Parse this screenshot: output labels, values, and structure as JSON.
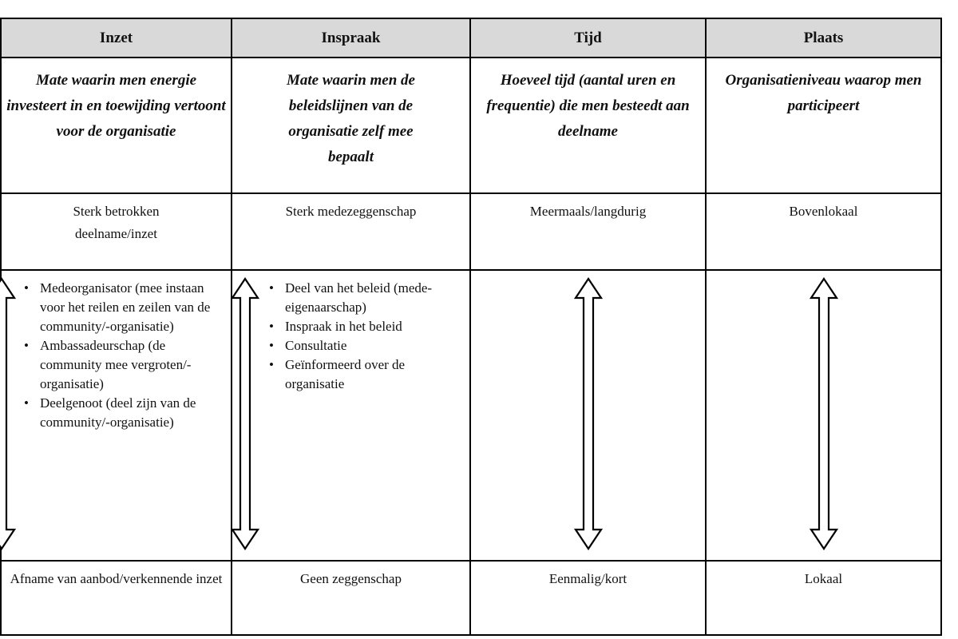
{
  "columns": [
    {
      "header": "Inzet",
      "description": "Mate waarin men energie investeert in en toewijding vertoont voor de organisatie",
      "high": "Sterk betrokken deelname/inzet",
      "items": [
        "Medeorganisator (mee instaan voor het reilen en zeilen van de community/-organisatie)",
        "Ambassadeurschap (de community mee vergroten/-organisatie)",
        "Deelgenoot (deel zijn van de community/-organisatie)"
      ],
      "low": "Afname van aanbod/verkennende inzet"
    },
    {
      "header": "Inspraak",
      "description": "Mate waarin men de beleidslijnen van de organisatie zelf mee bepaalt",
      "high": "Sterk medezeggenschap",
      "items": [
        "Deel van het beleid (mede-eigenaarschap)",
        "Inspraak in het beleid",
        "Consultatie",
        "Geïnformeerd over de organisatie"
      ],
      "low": "Geen zeggenschap"
    },
    {
      "header": "Tijd",
      "description": "Hoeveel tijd (aantal uren en frequentie) die men besteedt aan deelname",
      "high": "Meermaals/langdurig",
      "items": [],
      "low": "Eenmalig/kort"
    },
    {
      "header": "Plaats",
      "description": "Organisatieniveau waarop men participeert",
      "high": "Bovenlokaal",
      "items": [],
      "low": "Lokaal"
    }
  ],
  "bullet_char": "•",
  "arrow_icon": "double-headed-vertical-arrow"
}
